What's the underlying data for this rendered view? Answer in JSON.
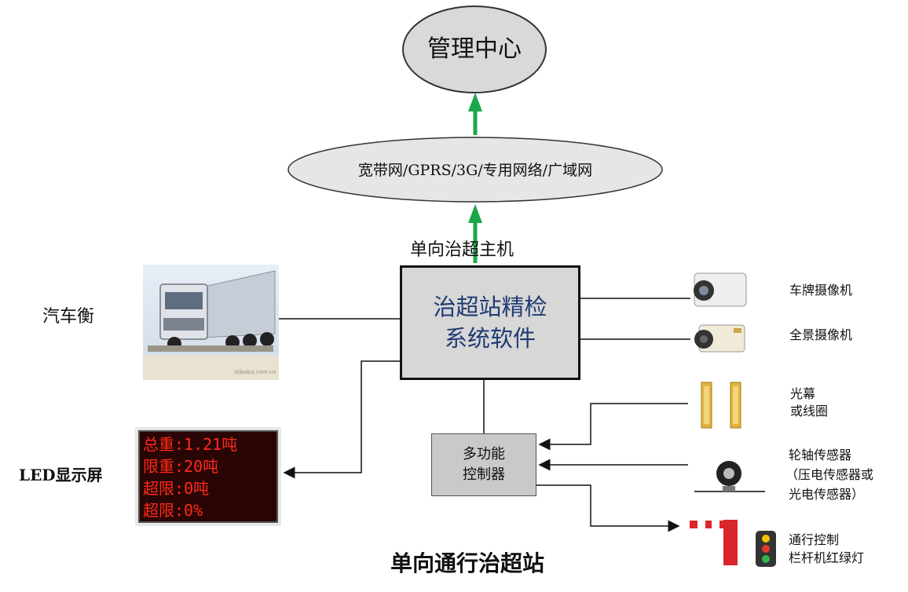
{
  "nodes": {
    "management_center": "管理中心",
    "network": "宽带网/GPRS/3G/专用网络/广域网",
    "host_label": "单向治超主机",
    "main_software": [
      "治超站精检",
      "系统软件"
    ],
    "controller": [
      "多功能",
      "控制器"
    ]
  },
  "left_labels": {
    "truck_scale": "汽车衡",
    "led_screen": "LED显示屏"
  },
  "led_display": [
    "总重:1.21吨",
    "限重:20吨",
    "超限:0吨",
    "超限:0%"
  ],
  "truck_image_caption": "alibaba.com.cn",
  "right_devices": {
    "plate_camera": "车牌摄像机",
    "panorama_camera": "全景摄像机",
    "light_curtain": [
      "光幕",
      "或线圈"
    ],
    "axle_sensor": [
      "轮轴传感器",
      "（压电传感器或",
      "光电传感器）"
    ],
    "barrier": [
      "通行控制",
      "栏杆机红绿灯"
    ]
  },
  "caption": "单向通行治超站",
  "colors": {
    "arrow_green": "#1aa84a",
    "box_text": "#1f3b73",
    "led_text": "#ff2a1a"
  }
}
